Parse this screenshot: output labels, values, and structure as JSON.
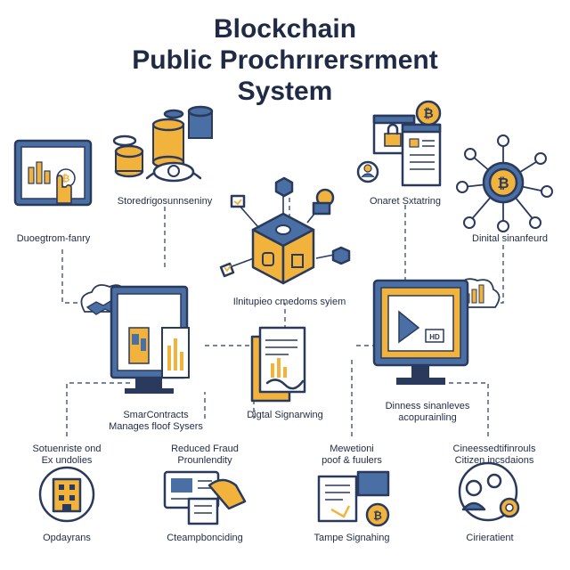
{
  "title": {
    "line1": "Blockchain",
    "line2": "Public Prochrırersrment",
    "line3": "System"
  },
  "labels": {
    "storage": "Storedrigosunnseniny",
    "dashboard": "Duoegtrom-fanry",
    "hub": "Ilnitupieo cmedoms syiem",
    "smart_contracts": "SmarContracts\nManages floof Sysers",
    "signature": "Digtal Signarwing",
    "digital_asset": "Dinital sinanfeurd",
    "smart_sharing": "Onaret Sxtatring",
    "business": "Dinness sinanleves\nacopurainling",
    "supply": "Sotuenriste ond\nEx undolies",
    "fraud": "Reduced Fraud\nProunlendity",
    "proof": "Mewetioni\npoof & fuulers",
    "citizen": "Cineessedtifinrouls\nCitizen incsdaions",
    "operations": "Opdayrans",
    "compliance": "Cteampbonciding",
    "tamper": "Tampe Signahing",
    "citizen2": "Cirieratient"
  },
  "colors": {
    "navy": "#2a3a5c",
    "blue": "#4a6fa5",
    "gold": "#f2b33d",
    "light": "#dbe6f3"
  },
  "icons": [
    "cursor-hand-icon",
    "coin-stack-icon",
    "bitcoin-icon",
    "lock-icon",
    "handshake-icon",
    "cloud-icon",
    "gear-icon",
    "person-icon"
  ]
}
